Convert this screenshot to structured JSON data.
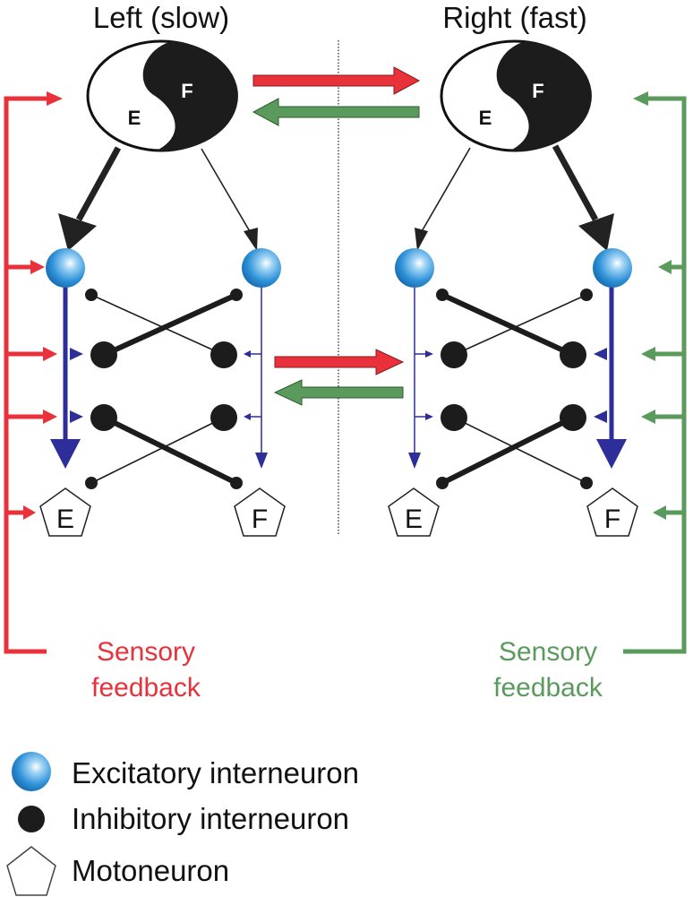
{
  "titles": {
    "left": "Left (slow)",
    "right": "Right (fast)"
  },
  "cpg": {
    "extensor_label": "E",
    "flexor_label": "F"
  },
  "motoneurons": {
    "extensor_label": "E",
    "flexor_label": "F"
  },
  "feedback": {
    "left_line1": "Sensory",
    "left_line2": "feedback",
    "right_line1": "Sensory",
    "right_line2": "feedback"
  },
  "legend": [
    {
      "symbol": "excitatory",
      "label": "Excitatory interneuron"
    },
    {
      "symbol": "inhibitory",
      "label": "Inhibitory interneuron"
    },
    {
      "symbol": "motoneuron",
      "label": "Motoneuron"
    }
  ],
  "colors": {
    "left_feedback": "#e8313a",
    "right_feedback": "#5a9a5c",
    "excitatory_path": "#2e2e9a",
    "inhibitory": "#1c1c1c",
    "excitatory_node": "#2a8fd6"
  }
}
